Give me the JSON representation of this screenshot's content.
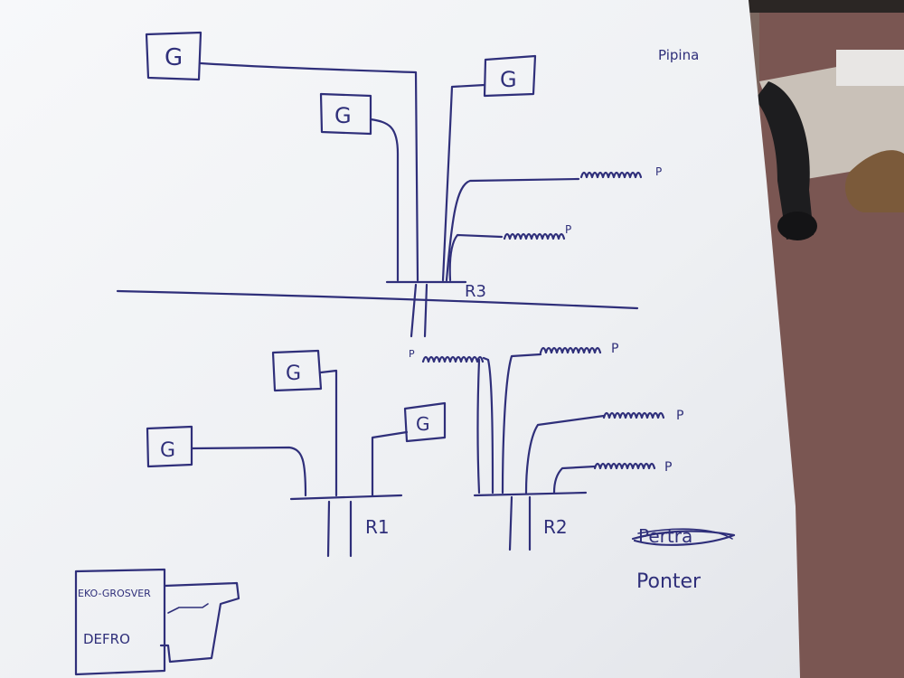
{
  "sketch": {
    "generator_label": "G",
    "top_right_note": "Pipina",
    "radiator_label": "P",
    "node_labels": {
      "r3": "R3",
      "r1": "R1",
      "r2": "R2"
    },
    "crossed_word": "Pertra",
    "bottom_right_word": "Ponter",
    "boiler": {
      "top_label": "EKO-GROSVER",
      "main_label": "DEFRO"
    }
  },
  "colors": {
    "ink": "#2f2f7a",
    "paper": "#f2f3f6",
    "floor": "#6b5f5a"
  }
}
